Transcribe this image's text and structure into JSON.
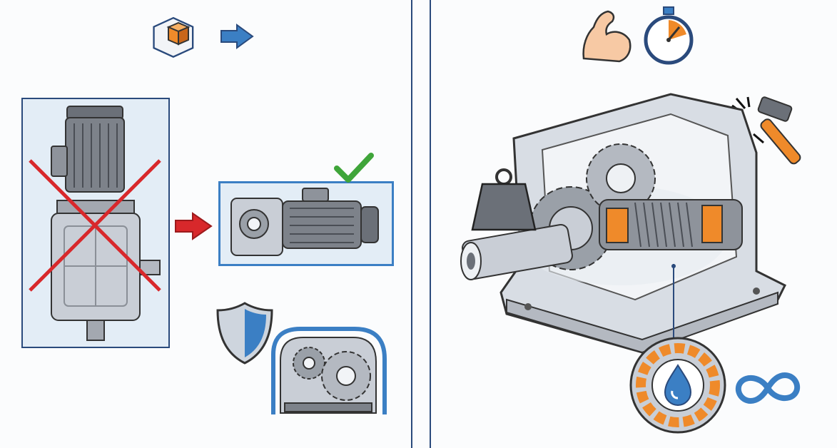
{
  "colors": {
    "frame": "#2a4a7c",
    "accent_blue": "#3b7fc4",
    "accent_orange": "#ef8a2a",
    "red_cross": "#d8282b",
    "check_green": "#3fa53a",
    "housing_gray": "#c9ced6",
    "metal_dark": "#6b7078",
    "panel_bg": "#e3edf6"
  },
  "left_panel": {
    "icons": [
      "cube-icon",
      "arrow-right-icon"
    ],
    "crossed_out_unit": "vertical-motor-gear-unit",
    "transition_icon": "red-arrow-right-icon",
    "approved_unit": "horizontal-compact-motor-gearbox",
    "approval_icon": "green-checkmark-icon",
    "protection_icons": [
      "shield-icon",
      "enclosed-gears-icon"
    ]
  },
  "right_panel": {
    "icons": [
      "flexed-arm-icon",
      "stopwatch-icon",
      "hammer-impact-icon",
      "weight-icon",
      "infinity-icon"
    ],
    "main_illustration": "cutaway-bevel-helical-gearbox",
    "detail_icon": "sealed-bearing-oil-drop-icon"
  }
}
